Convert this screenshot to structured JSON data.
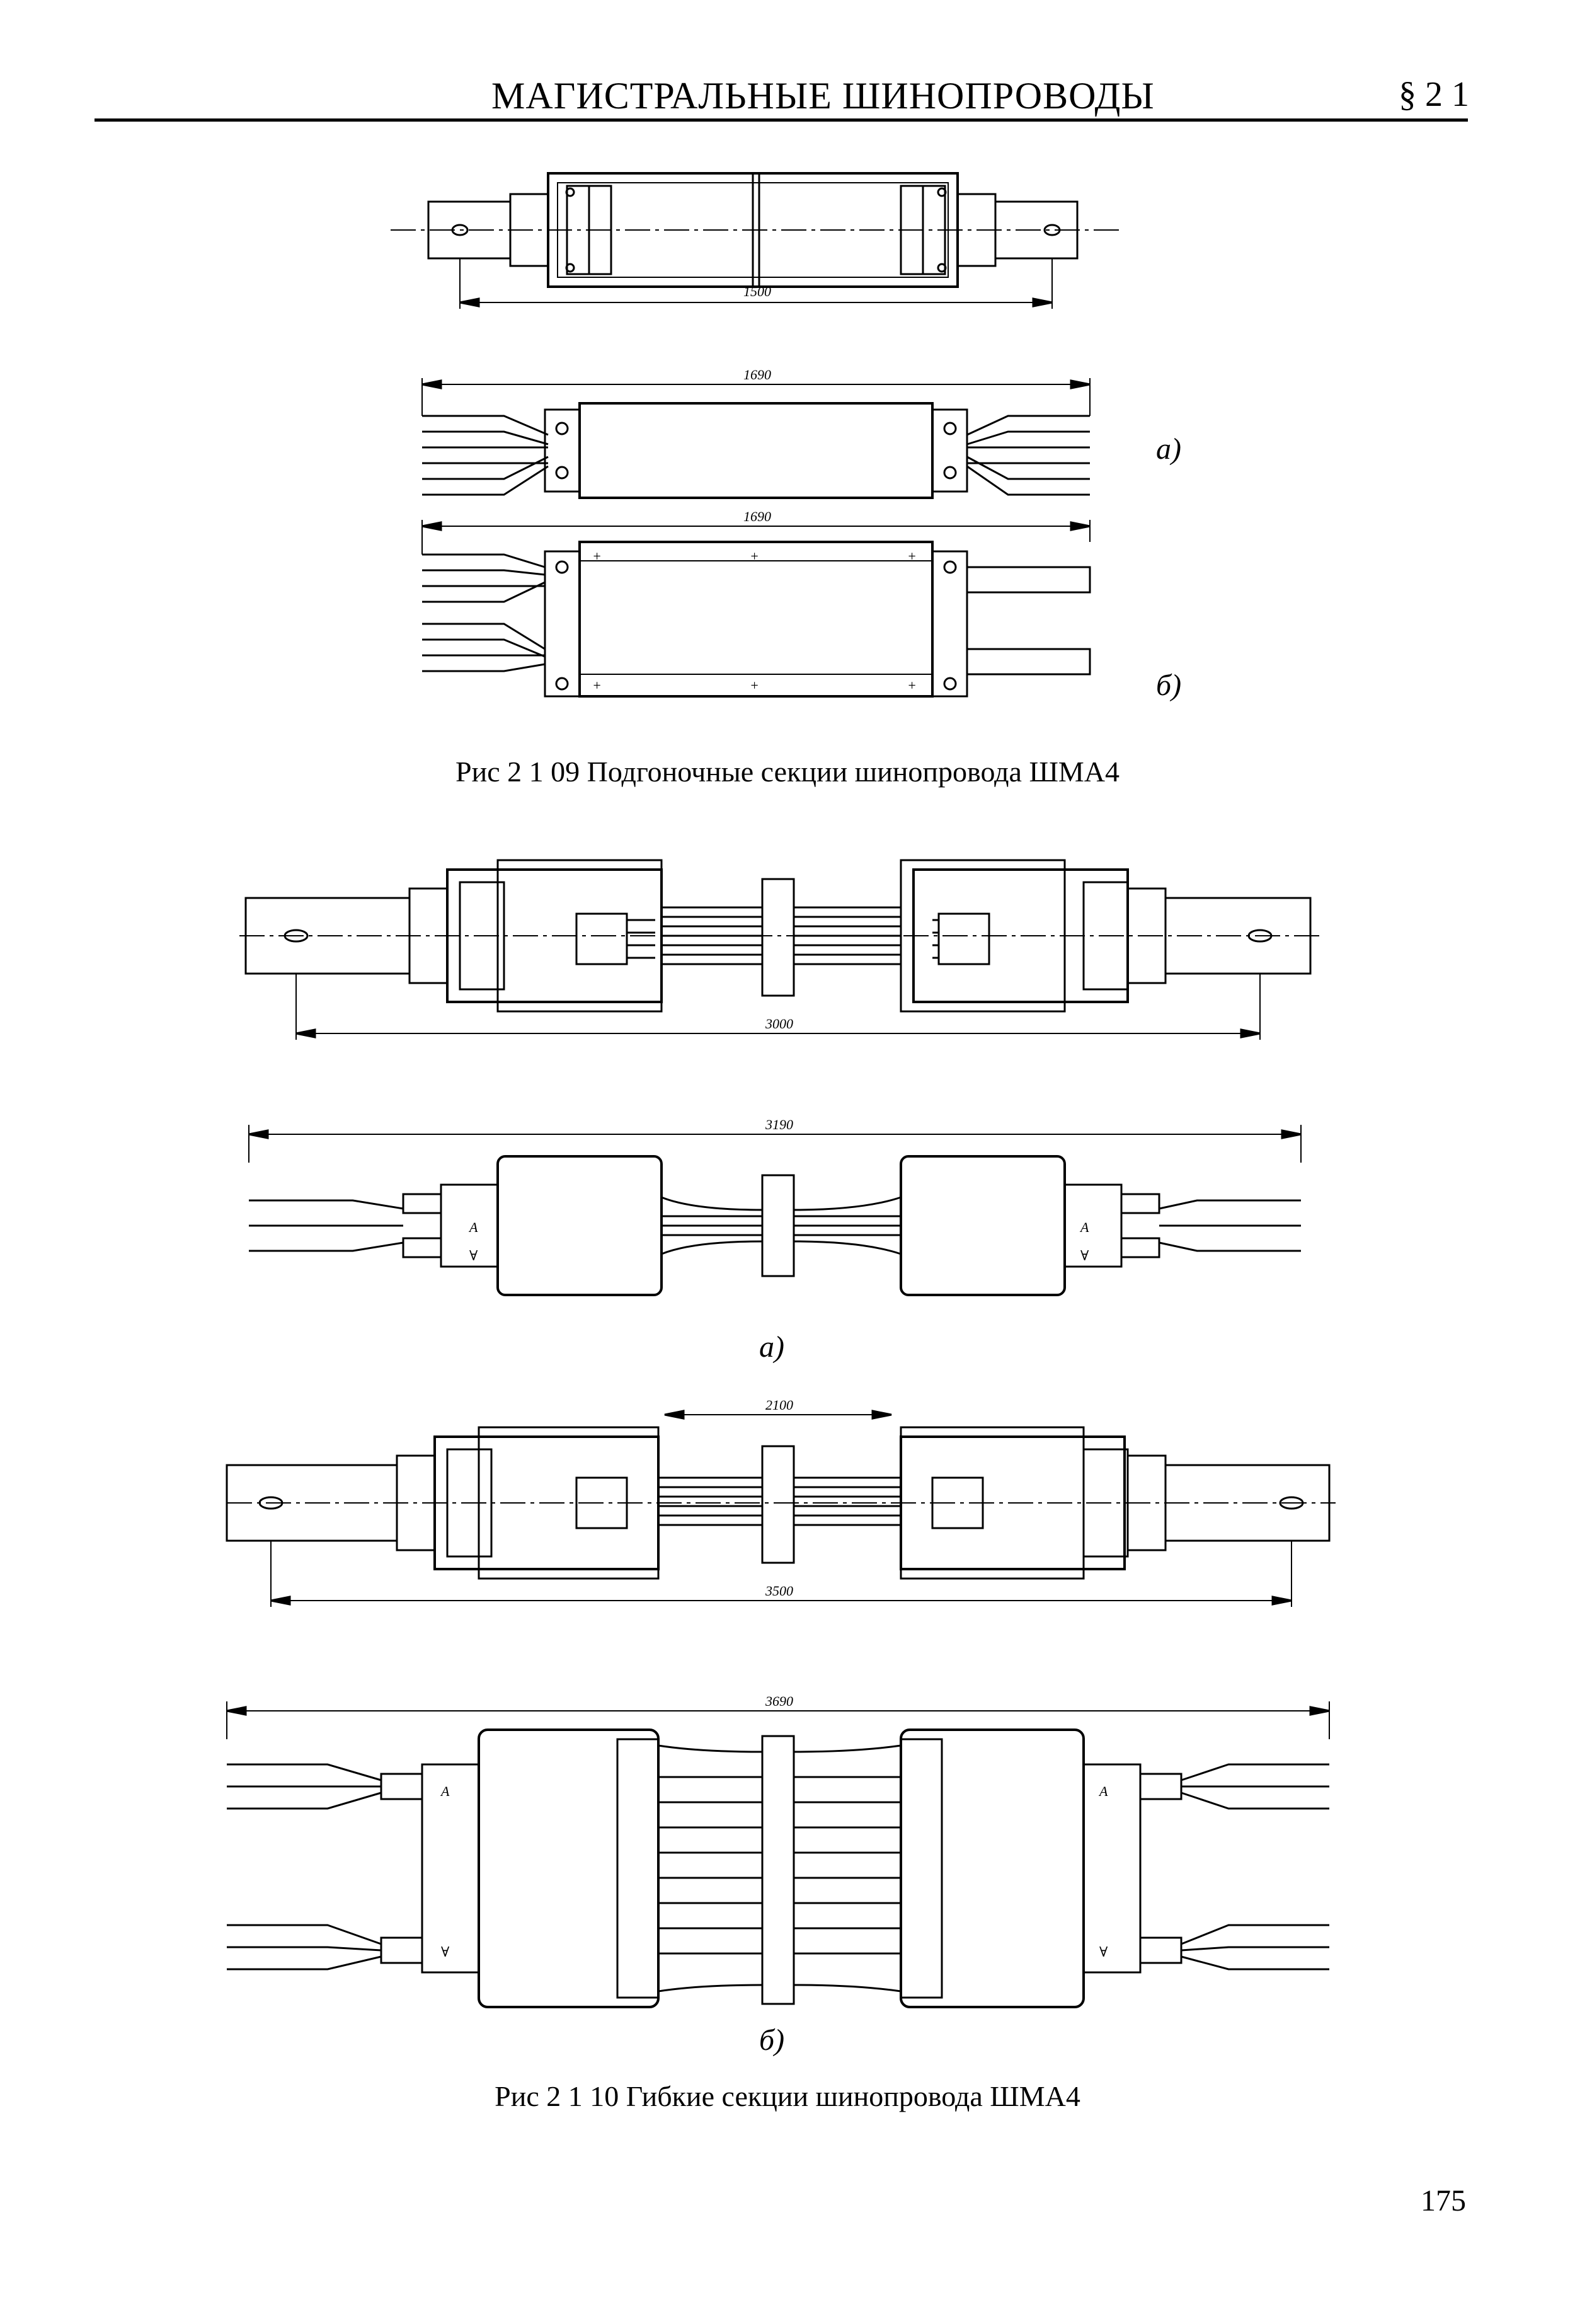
{
  "header": {
    "title": "МАГИСТРАЛЬНЫЕ ШИНОПРОВОДЫ",
    "section": "§ 2 1"
  },
  "fig209": {
    "caption": "Рис 2 1 09 Подгоночные секции шинопровода ШМА4",
    "dim_top": "1500",
    "dim_a": "1690",
    "dim_b": "1690",
    "label_a": "а)",
    "label_b": "б)"
  },
  "fig210": {
    "caption": "Рис 2 1 10 Гибкие секции шинопровода ШМА4",
    "dim_a1": "3000",
    "dim_a2": "3190",
    "dim_b1": "2100",
    "dim_b2": "3500",
    "dim_b3": "3690",
    "label_a": "а)",
    "label_b": "б)"
  },
  "page_number": "175"
}
